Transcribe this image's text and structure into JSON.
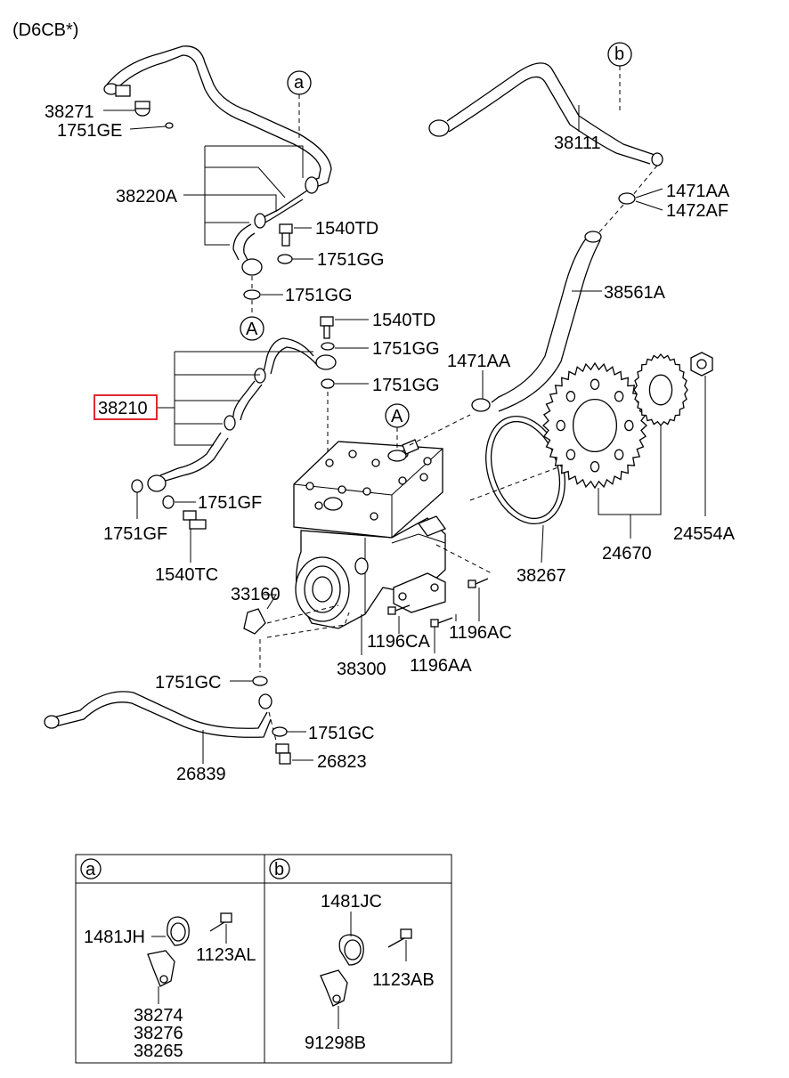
{
  "header": {
    "engine_code": "(D6CB*)"
  },
  "labels": {
    "p38271": "38271",
    "p1751GE": "1751GE",
    "p38220A": "38220A",
    "p1540TD_1": "1540TD",
    "p1751GG_1": "1751GG",
    "p1751GG_2": "1751GG",
    "p1540TD_2": "1540TD",
    "p1751GG_3": "1751GG",
    "p1751GG_4": "1751GG",
    "p38210": "38210",
    "p1751GF_1": "1751GF",
    "p1751GF_2": "1751GF",
    "p1540TC": "1540TC",
    "p33160": "33160",
    "p1196CA": "1196CA",
    "p1196AC": "1196AC",
    "p1196AA": "1196AA",
    "p38300": "38300",
    "p1751GC_1": "1751GC",
    "p1751GC_2": "1751GC",
    "p26823": "26823",
    "p26839": "26839",
    "p38111": "38111",
    "p1471AA_1": "1471AA",
    "p1472AF": "1472AF",
    "p38561A": "38561A",
    "p1471AA_2": "1471AA",
    "p38267": "38267",
    "p24670": "24670",
    "p24554A": "24554A"
  },
  "callouts": {
    "a": "a",
    "b": "b",
    "A_top": "A",
    "A_mid": "A"
  },
  "detail_table": {
    "col_a": {
      "letter": "a",
      "p1481JH": "1481JH",
      "p1123AL": "1123AL",
      "p38274": "38274",
      "p38276": "38276",
      "p38265": "38265"
    },
    "col_b": {
      "letter": "b",
      "p1481JC": "1481JC",
      "p1123AB": "1123AB",
      "p91298B": "91298B"
    }
  },
  "highlight": {
    "part": "38210",
    "color": "#e0292e"
  }
}
